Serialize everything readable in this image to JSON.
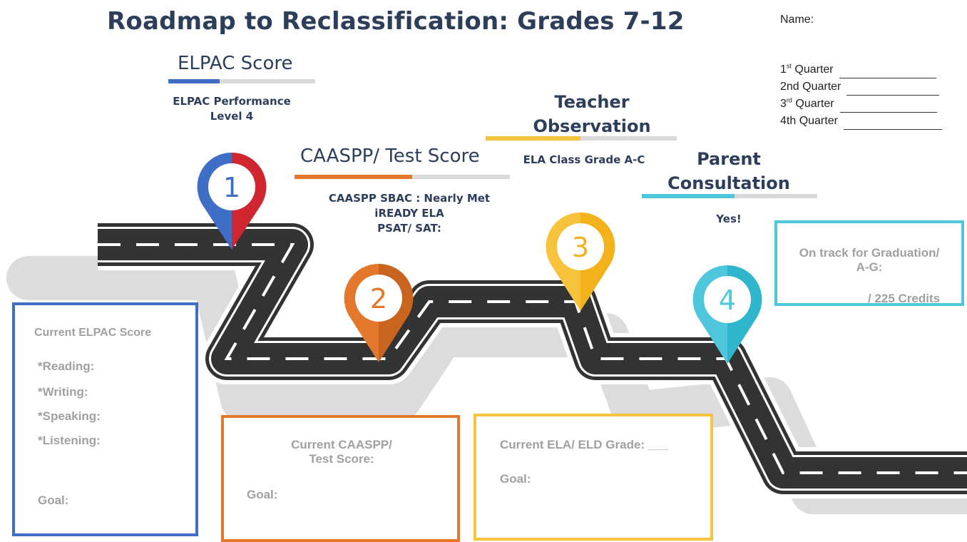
{
  "title": "Roadmap to Reclassification: Grades 7-12",
  "name_label": "Name:",
  "quarters": [
    {
      "label_num": "1",
      "label_sup": "st",
      "label_rest": " Quarter"
    },
    {
      "label_num": "2nd Quarter",
      "label_sup": "",
      "label_rest": ""
    },
    {
      "label_num": "3",
      "label_sup": "rd",
      "label_rest": " Quarter"
    },
    {
      "label_num": "4th Quarter",
      "label_sup": "",
      "label_rest": ""
    }
  ],
  "sections": {
    "elpac": {
      "heading": "ELPAC Score",
      "line1": "ELPAC Performance",
      "line2": "Level 4",
      "color": "#3e6ec5"
    },
    "caaspp": {
      "heading": "CAASPP/ Test Score",
      "line1": "CAASPP SBAC : Nearly Met",
      "line2": "iREADY ELA",
      "line3": "PSAT/ SAT:",
      "color": "#e3772b"
    },
    "teacher": {
      "heading_line1": "Teacher",
      "heading_line2": "Observation",
      "line1": "ELA Class Grade A-C",
      "color": "#f7c23c"
    },
    "parent": {
      "heading_line1": "Parent",
      "heading_line2": "Consultation",
      "line1": "Yes!",
      "color": "#4ec7dd"
    }
  },
  "pins": [
    {
      "number": "1",
      "color_left": "#3e6ec5",
      "color_right": "#d0262f"
    },
    {
      "number": "2",
      "color_left": "#e3772b",
      "color_right": "#c9641e"
    },
    {
      "number": "3",
      "color_left": "#f7c23c",
      "color_right": "#f3b21c"
    },
    {
      "number": "4",
      "color_left": "#4ec7dd",
      "color_right": "#2fb5cc"
    }
  ],
  "boxes": {
    "elpac": {
      "title": "Current ELPAC Score",
      "items": [
        "*Reading:",
        "*Writing:",
        "*Speaking:",
        "*Listening:"
      ],
      "goal": "Goal:",
      "color": "#3e6ec5"
    },
    "caaspp": {
      "title_line1": "Current CAASPP/",
      "title_line2": "Test Score:",
      "goal": "Goal:",
      "color": "#e3772b"
    },
    "ela": {
      "title": "Current ELA/ ELD Grade: ___",
      "goal": "Goal:",
      "color": "#f7c23c"
    },
    "graduation": {
      "title_line1": "On track for Graduation/",
      "title_line2": "A-G:",
      "credits": "/ 225 Credits",
      "color": "#4ec7dd"
    }
  }
}
